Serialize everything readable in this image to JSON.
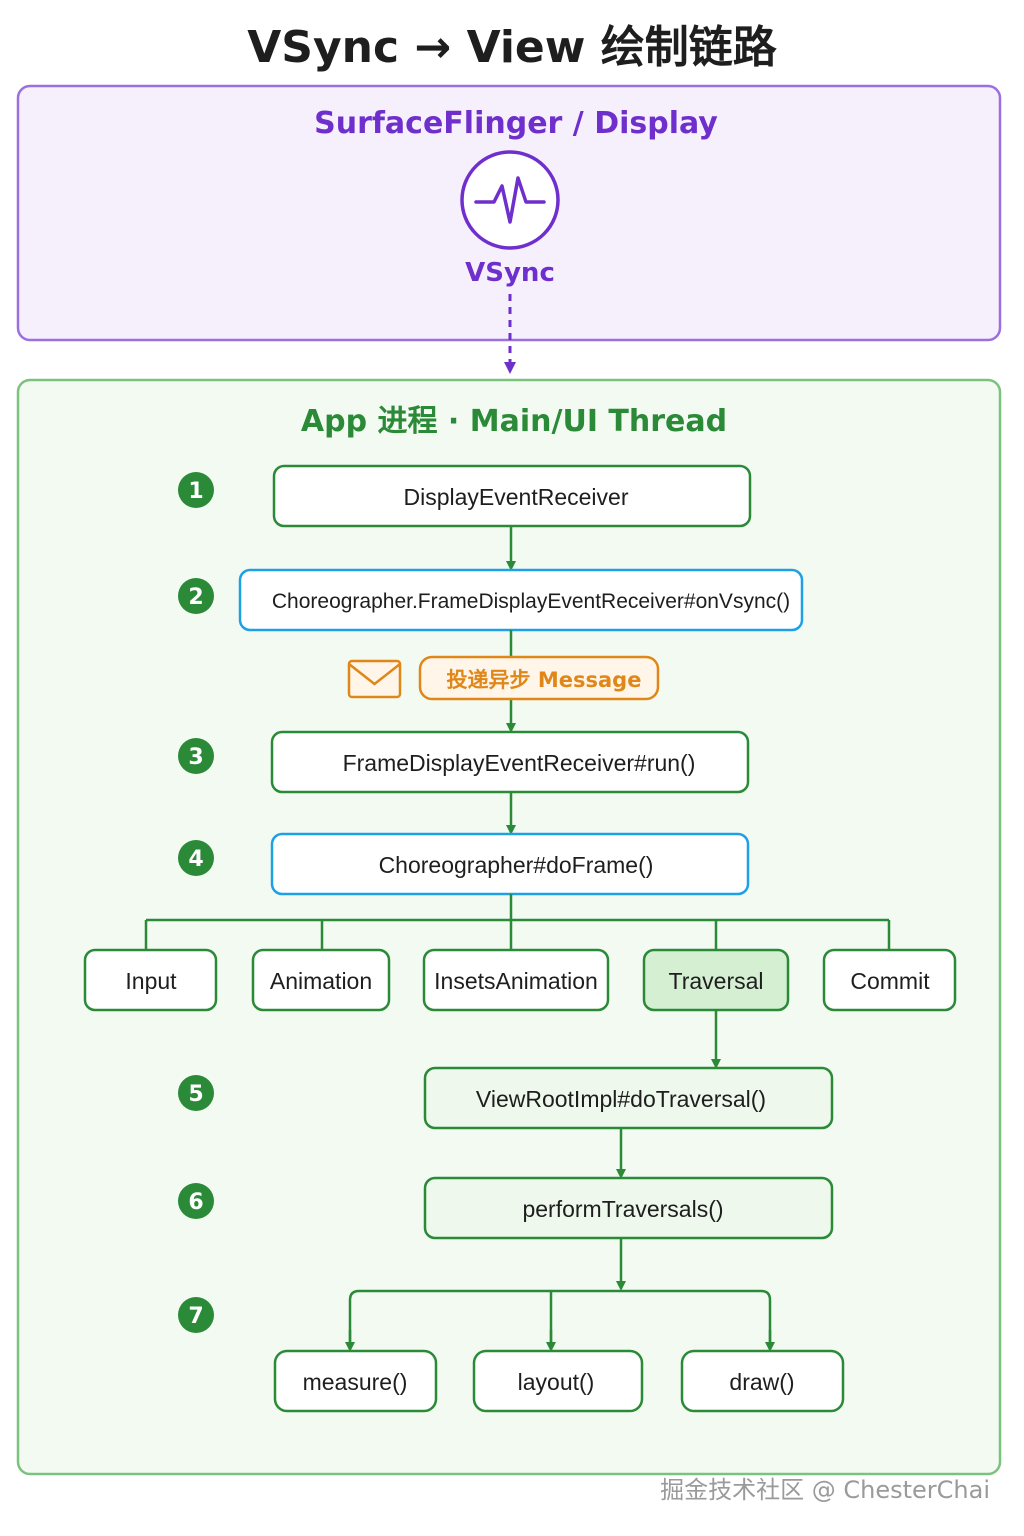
{
  "title": "VSync → View 绘制链路",
  "display_panel": {
    "title": "SurfaceFlinger / Display",
    "signal_label": "VSync",
    "icon": "pulse-icon"
  },
  "app_panel": {
    "title": "App 进程 · Main/UI Thread",
    "steps": [
      {
        "num": "1",
        "label": "DisplayEventReceiver"
      },
      {
        "num": "2",
        "label": "Choreographer.FrameDisplayEventReceiver#onVsync()"
      },
      {
        "num": "3",
        "label": "FrameDisplayEventReceiver#run()"
      },
      {
        "num": "4",
        "label": "Choreographer#doFrame()"
      },
      {
        "num": "5",
        "label": "ViewRootImpl#doTraversal()"
      },
      {
        "num": "6",
        "label": "performTraversals()"
      },
      {
        "num": "7",
        "label": ""
      }
    ],
    "message": {
      "label": "投递异步 Message",
      "icon": "envelope-icon"
    },
    "callbacks": [
      "Input",
      "Animation",
      "InsetsAnimation",
      "Traversal",
      "Commit"
    ],
    "phases": [
      "measure()",
      "layout()",
      "draw()"
    ]
  },
  "footer": "掘金技术社区 @ ChesterChai",
  "colors": {
    "purple": "#6f2fcc",
    "green": "#2a8a37",
    "blue": "#1ea0e6",
    "orange": "#e0871a"
  }
}
